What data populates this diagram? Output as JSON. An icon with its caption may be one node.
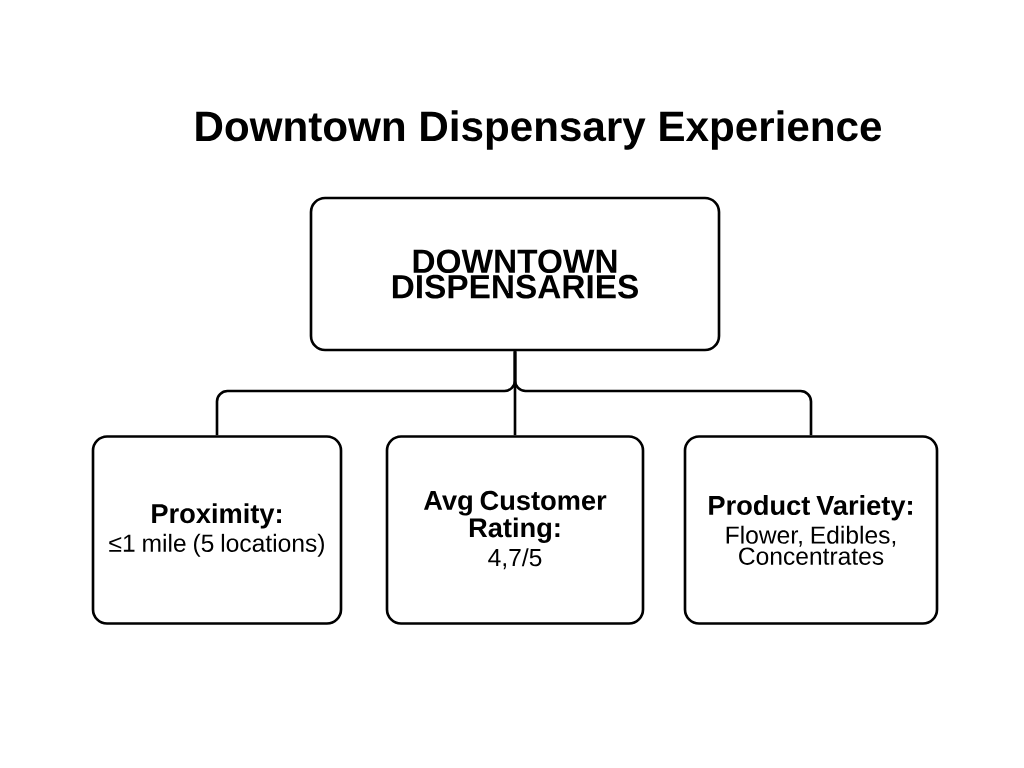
{
  "diagram": {
    "title": "Downtown Dispensary Experience",
    "nodes": [
      {
        "text": [
          "DOWNTOWN DISPENSARIES"
        ]
      },
      {
        "text": [
          "Proximity:",
          "≤1 mile (5 locations)"
        ]
      },
      {
        "text": [
          "Avg Customer Rating:",
          "4,7/5"
        ]
      },
      {
        "text": [
          "Product Variety:",
          "Flower, Edibles, Concentrates"
        ]
      }
    ],
    "edges": [
      {
        "from": 0,
        "to": 1,
        "arrow": "none"
      },
      {
        "from": 0,
        "to": 2,
        "arrow": "none"
      },
      {
        "from": 0,
        "to": 3,
        "arrow": "none"
      }
    ]
  }
}
